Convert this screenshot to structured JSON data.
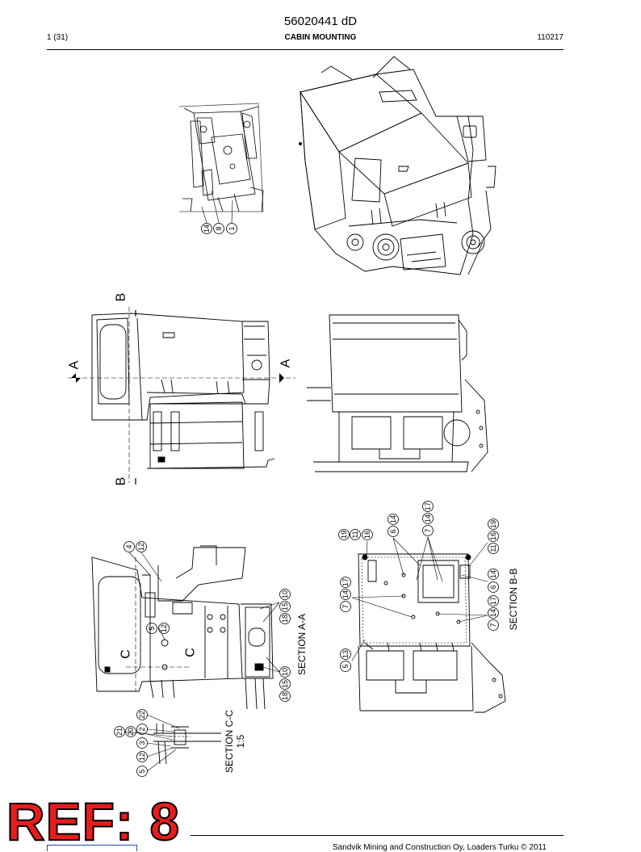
{
  "header": {
    "doc_number": "56020441 dD",
    "page": "1 (31)",
    "title": "CABIN MOUNTING",
    "date": "110217"
  },
  "drawing": {
    "section_marks": {
      "b": "B",
      "a": "A",
      "c": "C"
    },
    "section_labels": {
      "aa": "SECTION  A-A",
      "bb": "SECTION  B-B",
      "cc": "SECTION  C-C",
      "cc_scale": "1:5"
    },
    "callouts": {
      "iso_14": "14",
      "iso_8": "8",
      "iso_1": "1",
      "aa_4": "4",
      "aa_12a": "12",
      "aa_5": "5",
      "aa_12b": "12",
      "aa_18a": "18",
      "aa_15a": "15",
      "aa_10a": "10",
      "aa_18b": "18",
      "aa_15b": "15",
      "aa_10b": "10",
      "cc_21": "21",
      "cc_20": "20",
      "cc_2": "2",
      "cc_22": "22",
      "cc_5": "5",
      "cc_12": "12",
      "cc_3": "3",
      "bb_19a": "19",
      "bb_11a": "11",
      "bb_16a": "16",
      "bb_6a": "6",
      "bb_14a": "14",
      "bb_7a": "7",
      "bb_14b": "14",
      "bb_17a": "17",
      "bb_11b": "11",
      "bb_16b": "16",
      "bb_19b": "19",
      "bb_7b": "7",
      "bb_14c": "14",
      "bb_17b": "17",
      "bb_7c": "7",
      "bb_14d": "14",
      "bb_17c": "17",
      "bb_6b": "6",
      "bb_14e": "14",
      "bb_5": "5",
      "bb_13": "13"
    }
  },
  "stamp": {
    "text": "REF: 8"
  },
  "footer": {
    "text": "Sandvik Mining and Construction Oy, Loaders Turku © 2011"
  }
}
